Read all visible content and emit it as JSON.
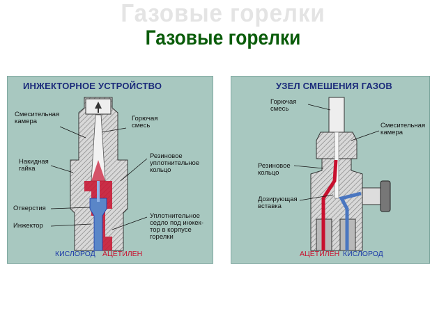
{
  "page": {
    "ghost_title": "Газовые горелки",
    "title": "Газовые горелки"
  },
  "left_panel": {
    "title": "ИНЖЕКТОРНОЕ УСТРОЙСТВО",
    "labels": {
      "mixing_chamber": [
        "Смесительная",
        "камера"
      ],
      "combustible_mix": [
        "Горючая",
        "смесь"
      ],
      "union_nut": [
        "Накидная",
        "гайка"
      ],
      "rubber_ring": [
        "Резиновое",
        "уплотнительное",
        "кольцо"
      ],
      "holes": "Отверстия",
      "injector": "Инжектор",
      "seat": [
        "Уплотнительное",
        "седло под инжек-",
        "тор в корпусе",
        "горелки"
      ]
    },
    "gases": {
      "oxygen": "КИСЛОРОД",
      "acetylene": "АЦЕТИЛЕН"
    }
  },
  "right_panel": {
    "title": "УЗЕЛ СМЕШЕНИЯ ГАЗОВ",
    "labels": {
      "combustible_mix": [
        "Горючая",
        "смесь"
      ],
      "mixing_chamber": [
        "Смесительная",
        "камера"
      ],
      "rubber_ring": [
        "Резиновое",
        "кольцо"
      ],
      "dosing_insert": [
        "Дозирующая",
        "вставка"
      ]
    },
    "gases": {
      "acetylene": "АЦЕТИЛЕН",
      "oxygen": "КИСЛОРОД"
    }
  },
  "colors": {
    "title_green": "#0a5c0a",
    "panel_bg": "#a8c8c0",
    "oxygen_blue": "#1c3aa8",
    "acetylene_red": "#c8102e"
  }
}
